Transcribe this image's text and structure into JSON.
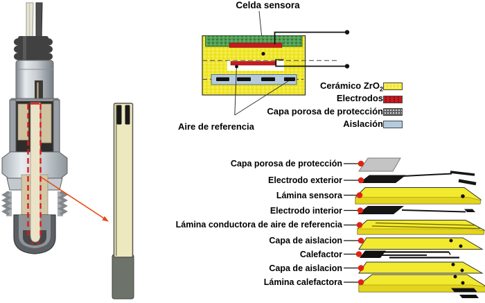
{
  "figure": {
    "cell_section": {
      "title": "Celda sensora",
      "air_reference": "Aire de referencia",
      "legend": [
        {
          "label": "Cerámico ZrO",
          "sub": "2",
          "swatch": "ceramic-yellow",
          "color": "#f2e832"
        },
        {
          "label": "Electrodos",
          "sub": "",
          "swatch": "electrode-red",
          "color": "#c81a20"
        },
        {
          "label": "Capa porosa de protección",
          "sub": "",
          "swatch": "porous-dark",
          "color": "#636363"
        },
        {
          "label": "Aislación",
          "sub": "",
          "swatch": "insulation-blue",
          "color": "#b4cbdd"
        }
      ]
    },
    "exploded": {
      "layers": [
        {
          "label": "Capa porosa de protección"
        },
        {
          "label": "Electrodo exterior"
        },
        {
          "label": "Lámina sensora"
        },
        {
          "label": "Electrodo interior"
        },
        {
          "label": "Lámina conductora de aire de referencia"
        },
        {
          "label": "Capa de aislacion"
        },
        {
          "label": "Calefactor"
        },
        {
          "label": "Capa de aislacion"
        },
        {
          "label": "Lámina calefactora"
        }
      ]
    },
    "colors": {
      "ceramic_yellow": "#f2e832",
      "electrode_red": "#c81a20",
      "porous_protection_green": "#52a055",
      "porous_swatch_gray": "#636363",
      "insulation_blue": "#b4cbdd",
      "leader_dot_red": "#e02413",
      "zoom_arrow_orange": "#e8490f",
      "dashed_outline_red": "#e31818"
    }
  }
}
